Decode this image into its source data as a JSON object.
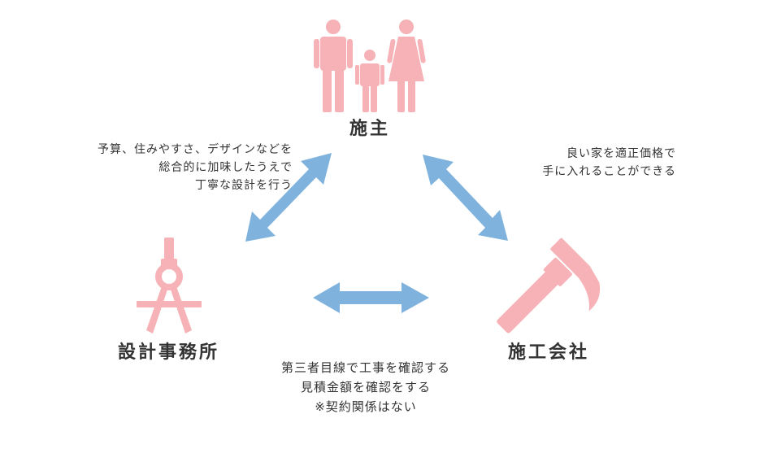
{
  "colors": {
    "icon_pink": "#f6b2b6",
    "arrow_blue": "#7fb3dd",
    "text": "#333333"
  },
  "nodes": {
    "owner": {
      "label": "施主",
      "icon": "family-icon"
    },
    "design_office": {
      "label": "設計事務所",
      "icon": "compass-icon"
    },
    "builder": {
      "label": "施工会社",
      "icon": "hammer-icon"
    }
  },
  "notes": {
    "left": [
      "予算、住みやすさ、デザインなどを",
      "総合的に加味したうえで",
      "丁寧な設計を行う"
    ],
    "right": [
      "良い家を適正価格で",
      "手に入れることができる"
    ],
    "bottom": [
      "第三者目線で工事を確認する",
      "見積金額を確認をする",
      "※契約関係はない"
    ]
  }
}
